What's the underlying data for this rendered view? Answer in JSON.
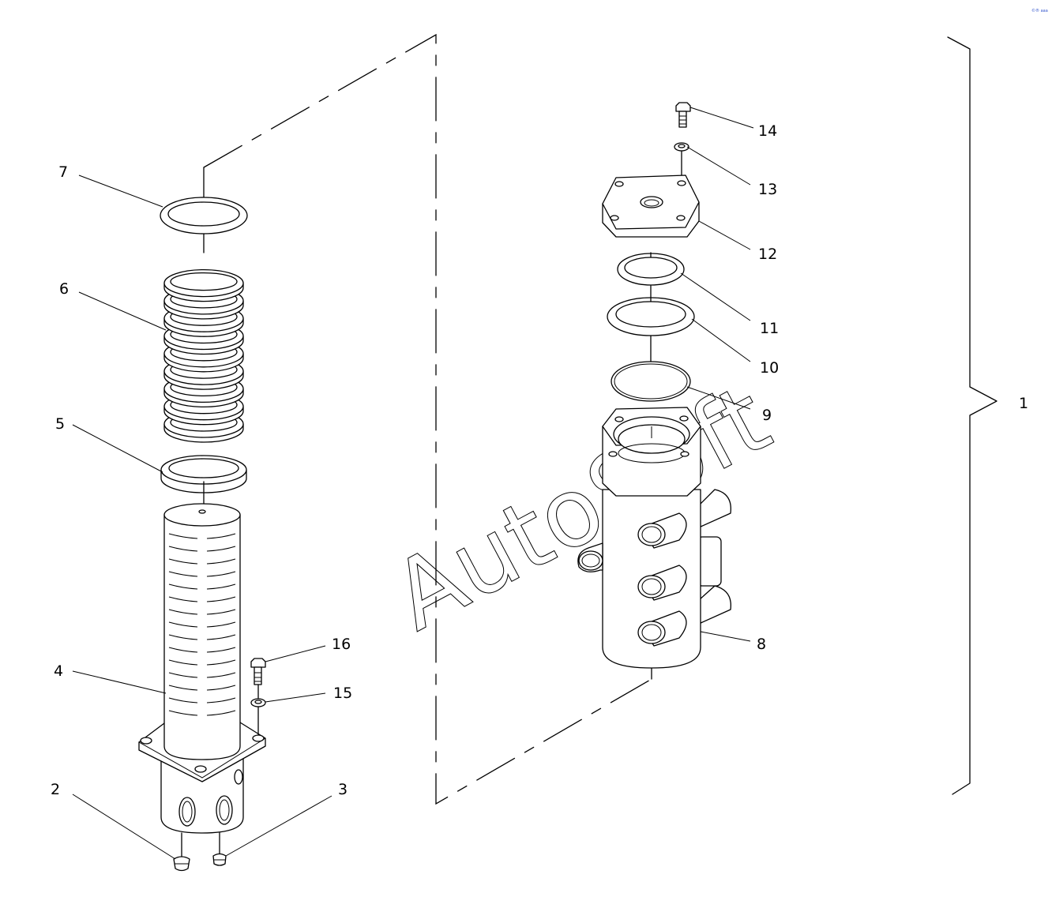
{
  "watermark": "AutoSoft",
  "corner_mark": "©® aaa",
  "callouts": {
    "c1": "1",
    "c2": "2",
    "c3": "3",
    "c4": "4",
    "c5": "5",
    "c6": "6",
    "c7": "7",
    "c8": "8",
    "c9": "9",
    "c10": "10",
    "c11": "11",
    "c12": "12",
    "c13": "13",
    "c14": "14",
    "c15": "15",
    "c16": "16"
  }
}
